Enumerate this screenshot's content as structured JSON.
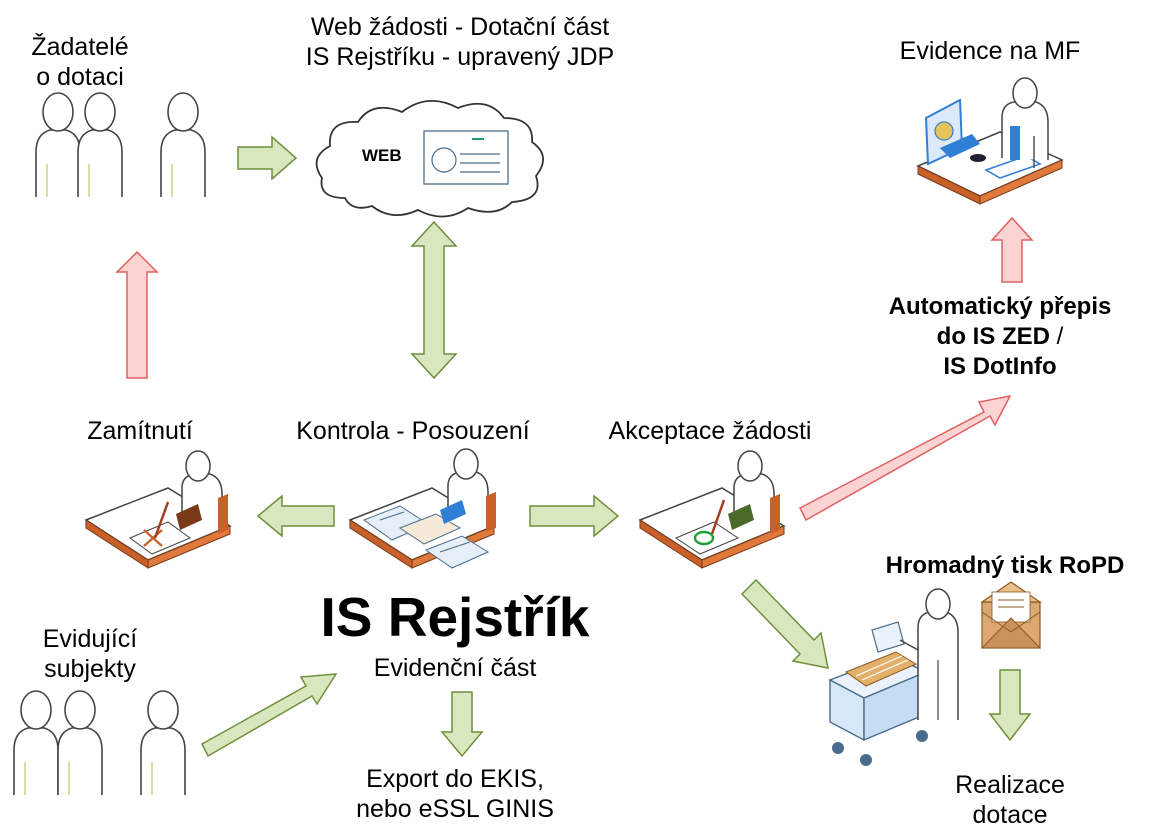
{
  "nodes": {
    "applicants": {
      "line1": "Žadatelé",
      "line2": "o dotaci"
    },
    "web_portal": {
      "line1": "Web žádosti - Dotační část",
      "line2": "IS Rejstříku - upravený JDP",
      "cloud_label": "WEB"
    },
    "mf_records": {
      "label": "Evidence na MF"
    },
    "auto_transfer": {
      "line1": "Automatický přepis",
      "line2_bold": "do IS ZED",
      "line2_rest": " /",
      "line3": "IS DotInfo"
    },
    "rejection": {
      "label": "Zamítnutí"
    },
    "review": {
      "label": "Kontrola - Posouzení"
    },
    "acceptance": {
      "label": "Akceptace žádosti"
    },
    "bulk_print": {
      "label": "Hromadný tisk RoPD"
    },
    "registrars": {
      "line1": "Evidující",
      "line2": "subjekty"
    },
    "is_rejstrik": {
      "title": "IS Rejstřík",
      "subtitle": "Evidenční část"
    },
    "export": {
      "line1": "Export do EKIS,",
      "line2": "nebo eSSL GINIS"
    },
    "realization": {
      "line1": "Realizace",
      "line2": "dotace"
    }
  },
  "colors": {
    "arrow_green_fill": "#d9e7bf",
    "arrow_green_stroke": "#6f8f3c",
    "arrow_red_fill": "#fbd3d3",
    "arrow_red_stroke": "#e06060",
    "figure_stroke": "#444444",
    "desk_wood": "#c8602a",
    "screen_blue": "#2f7fd6"
  }
}
